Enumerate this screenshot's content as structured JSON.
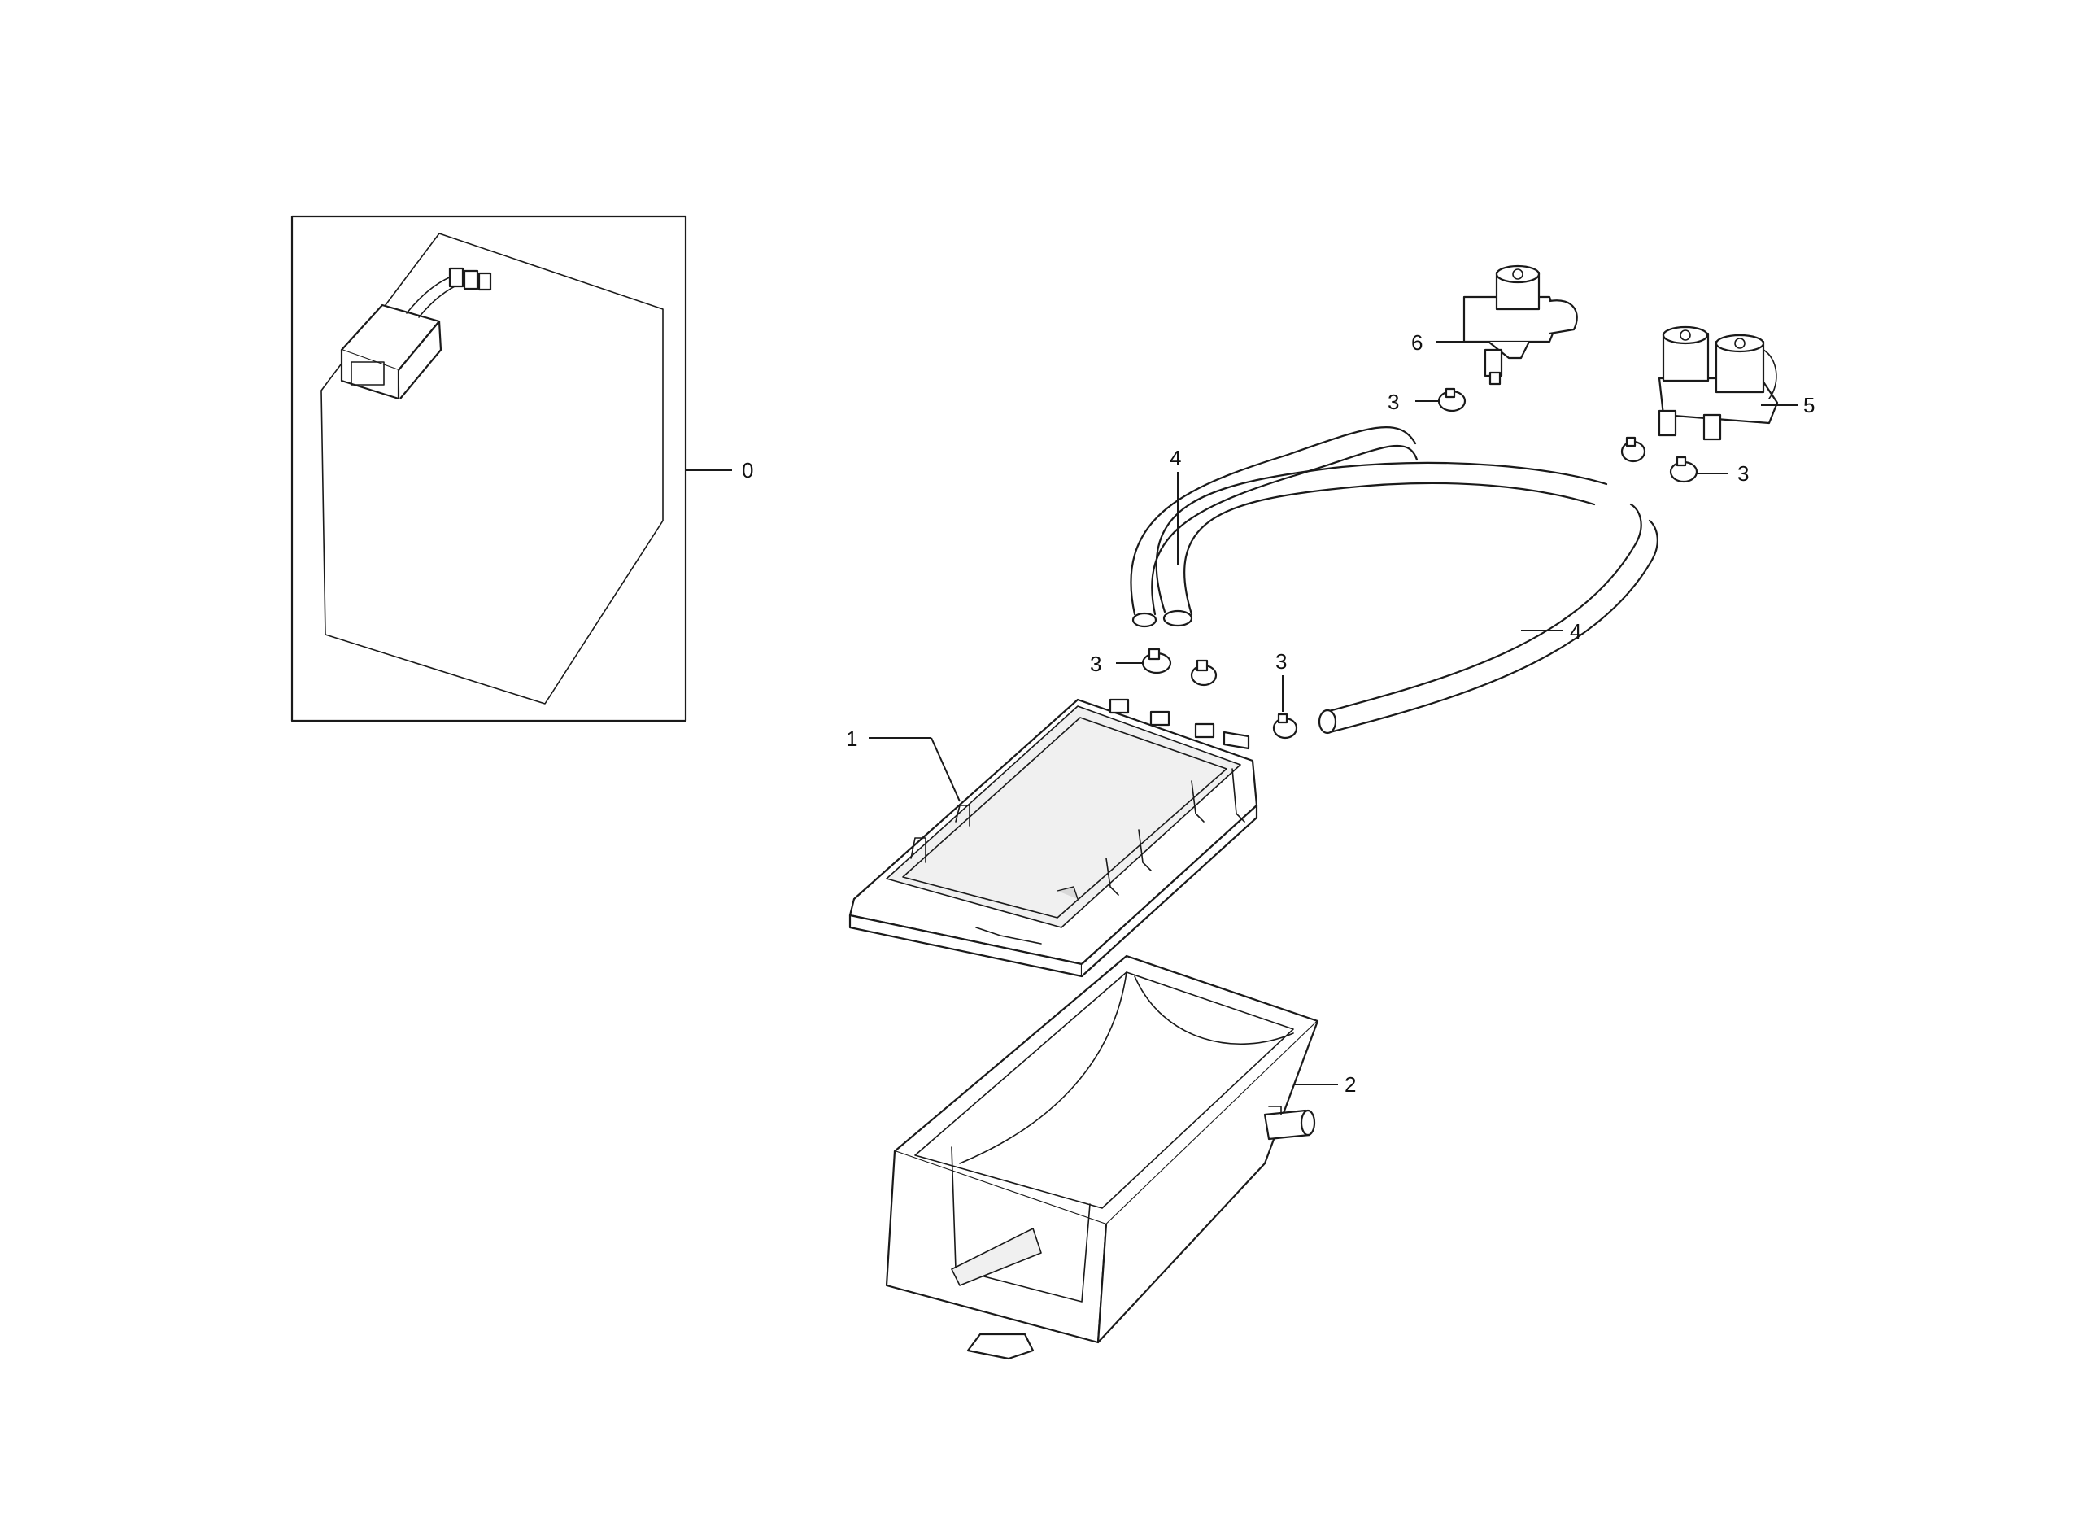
{
  "callouts": {
    "c0": "0",
    "c1": "1",
    "c2": "2",
    "c3a": "3",
    "c3b": "3",
    "c3c": "3",
    "c3d": "3",
    "c4a": "4",
    "c4b": "4",
    "c5": "5",
    "c6": "6"
  }
}
